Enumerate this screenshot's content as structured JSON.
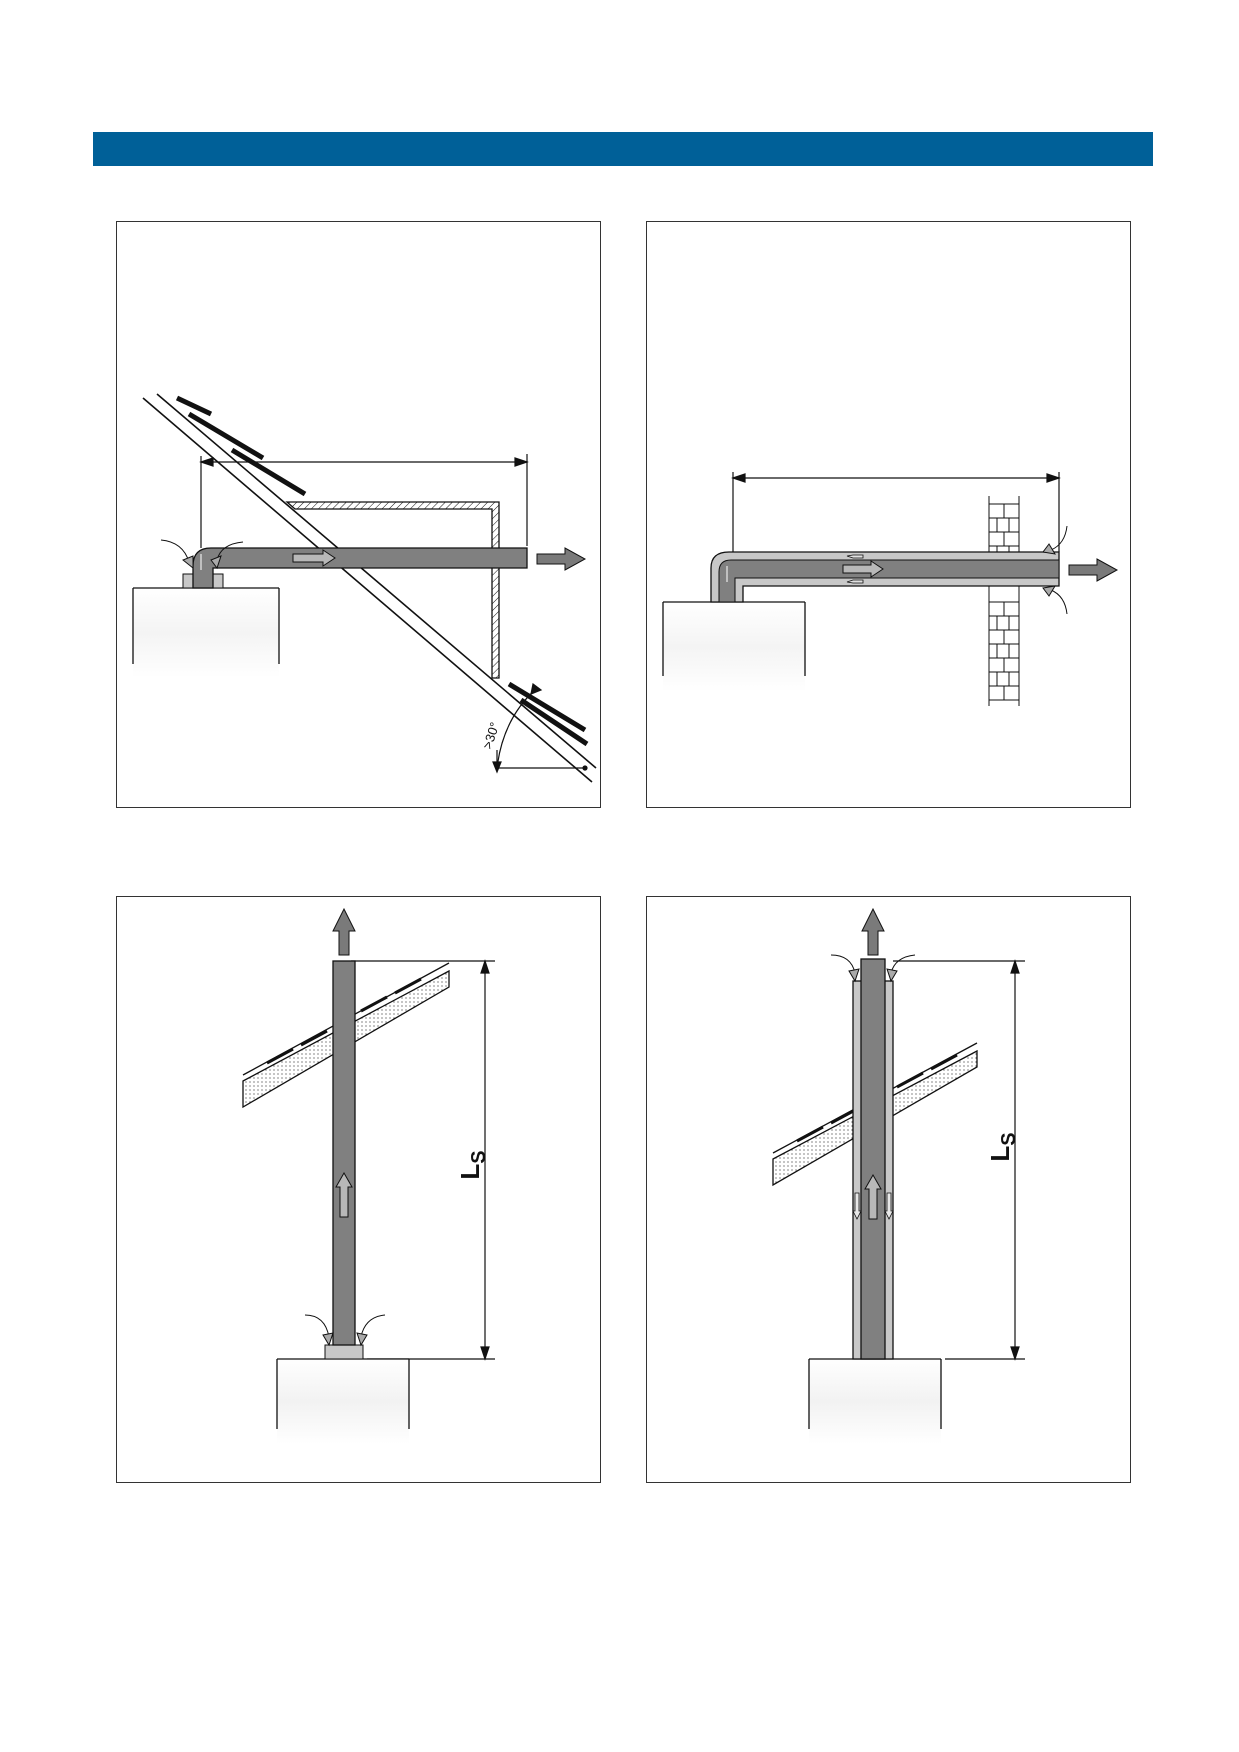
{
  "header": {
    "color": "#006098"
  },
  "colors": {
    "pipe": "#808080",
    "outer_pipe": "#c8c8c8",
    "line": "#111111",
    "arrow": "#7a7a7a"
  },
  "panels": [
    {
      "id": "roof-horizontal-flue",
      "angle_label": ">30°"
    },
    {
      "id": "wall-horizontal-flue"
    },
    {
      "id": "roof-vertical-flue-single",
      "dimension_label": "L",
      "dimension_subscript": "S"
    },
    {
      "id": "roof-vertical-flue-concentric",
      "dimension_label": "L",
      "dimension_subscript": "S"
    }
  ]
}
